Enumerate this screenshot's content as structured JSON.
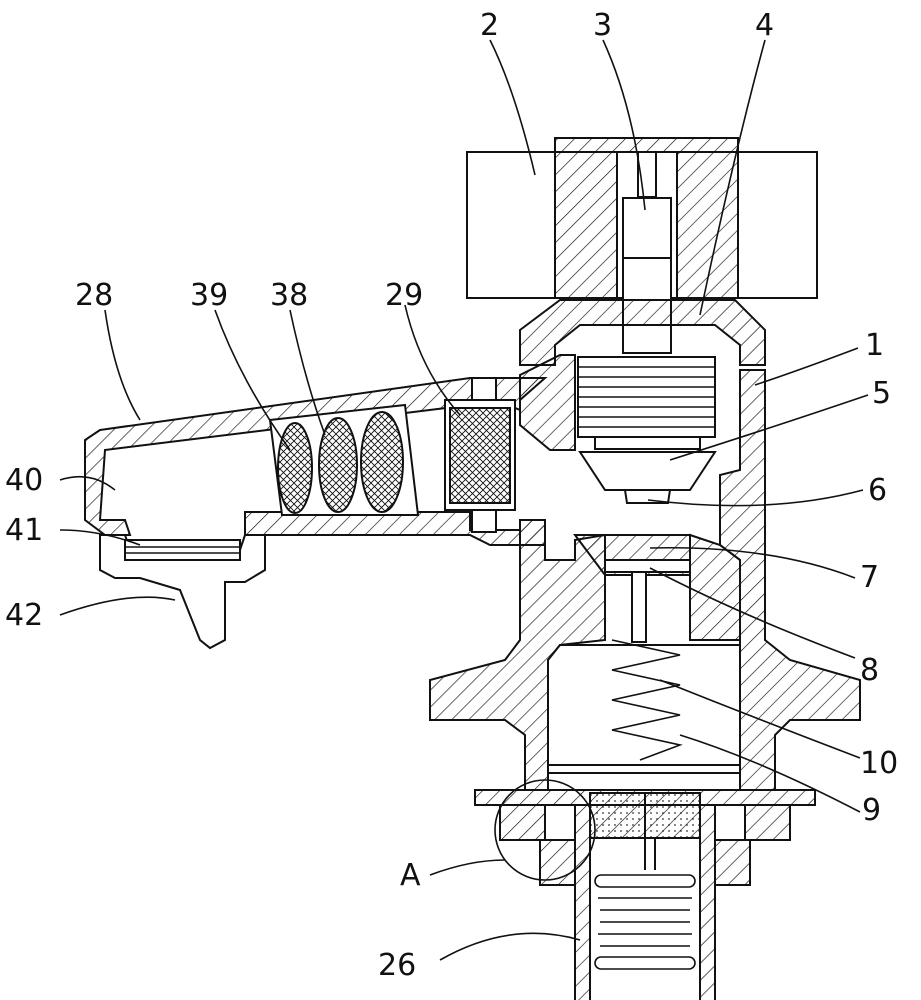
{
  "diagram": {
    "labels": {
      "l1": "1",
      "l2": "2",
      "l3": "3",
      "l4": "4",
      "l5": "5",
      "l6": "6",
      "l7": "7",
      "l8": "8",
      "l9": "9",
      "l10": "10",
      "l26": "26",
      "l28": "28",
      "l29": "29",
      "l38": "38",
      "l39": "39",
      "l40": "40",
      "l41": "41",
      "l42": "42",
      "lA": "A"
    }
  }
}
